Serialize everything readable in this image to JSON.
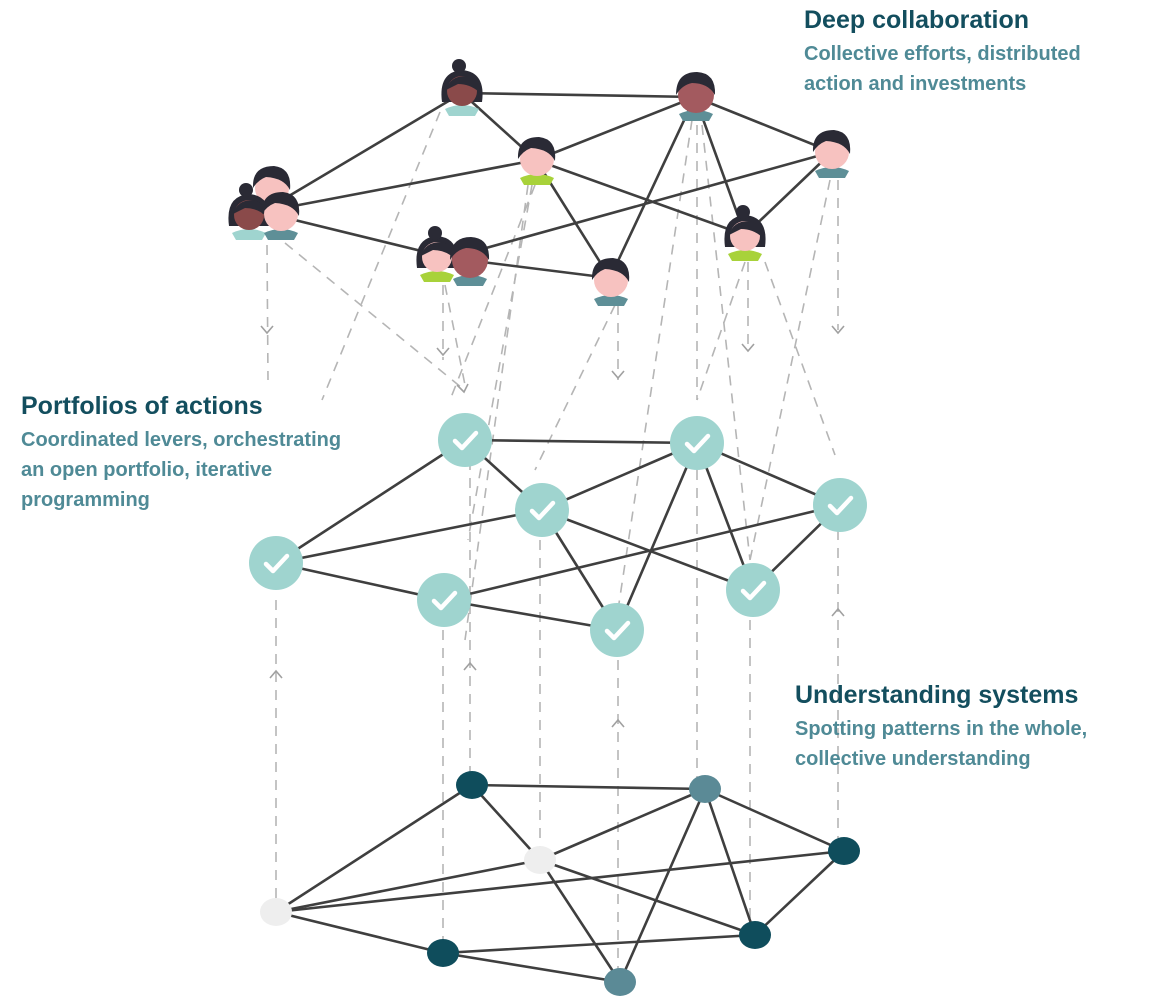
{
  "layers": {
    "deep_collaboration": {
      "heading": "Deep collaboration",
      "description_lines": [
        "Collective efforts, distributed",
        "action and investments"
      ]
    },
    "portfolios_of_actions": {
      "heading": "Portfolios of actions",
      "description_lines": [
        "Coordinated levers, orchestrating",
        "an open portfolio, iterative",
        "programming"
      ]
    },
    "understanding_systems": {
      "heading": "Understanding systems",
      "description_lines": [
        "Spotting patterns in the whole,",
        "collective understanding"
      ]
    }
  },
  "colors": {
    "heading": "#134e5e",
    "subheading": "#4f8a96",
    "edge": "#3f3f3f",
    "dashed_link": "#b5b5b5",
    "check_node": "#9fd4cf",
    "dark_node": "#0f4d5c",
    "mid_node": "#5b8a96",
    "light_node": "#eeeeee",
    "hair": "#2a2a35",
    "skin_light": "#f7c2c0",
    "skin_dark": "#8a4a4a",
    "collar_green": "#a8d23a",
    "collar_teal": "#5e8f97"
  },
  "icons": {
    "person": "person-avatar-icon",
    "check": "checkmark-icon",
    "arrow": "arrow-chevron-icon"
  }
}
